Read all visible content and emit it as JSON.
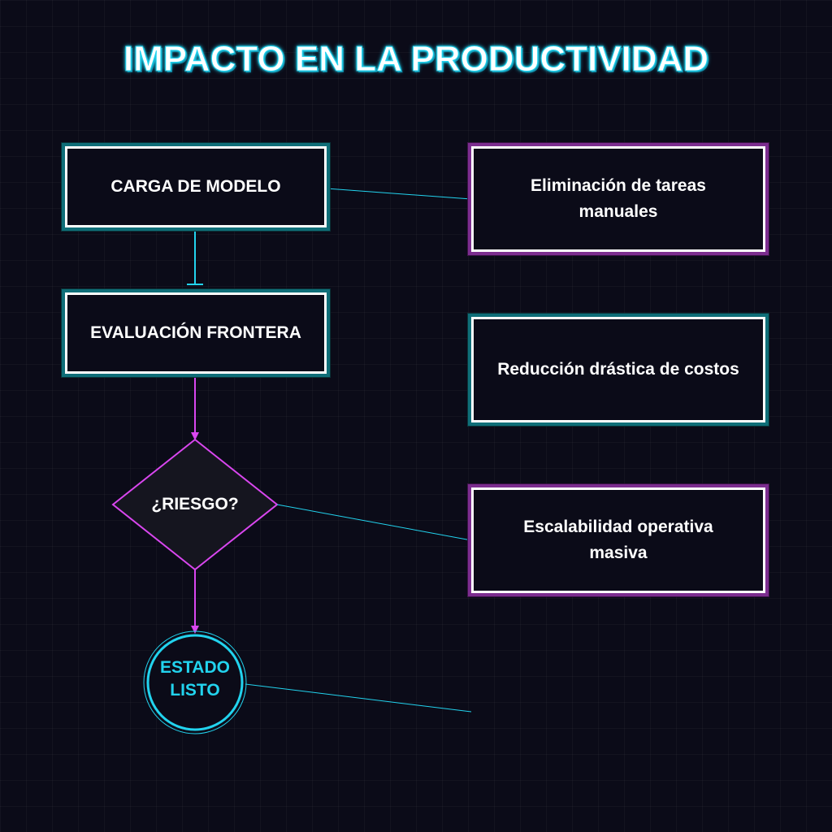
{
  "title": "IMPACTO EN LA PRODUCTIVIDAD",
  "flow": {
    "step1": "CARGA DE MODELO",
    "step2": "EVALUACIÓN FRONTERA",
    "decision": "¿RIESGO?",
    "end": "ESTADO\nLISTO"
  },
  "impacts": {
    "impact1": "Eliminación de tareas manuales",
    "impact2": "Reducción drástica de costos",
    "impact3": "Escalabilidad operativa masiva"
  },
  "colors": {
    "background": "#0b0b18",
    "cyan": "#22d3ee",
    "magenta": "#d946ef",
    "text": "#ffffff"
  }
}
